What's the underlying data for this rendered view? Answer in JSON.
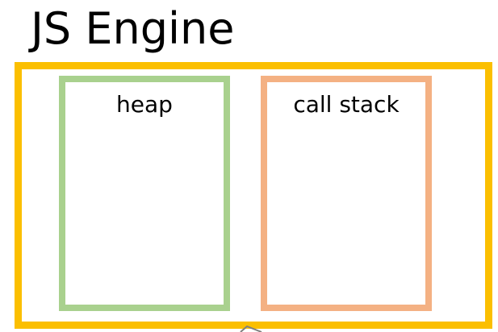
{
  "diagram": {
    "title": "JS Engine",
    "heap": {
      "label": "heap"
    },
    "call_stack": {
      "label": "call stack"
    }
  },
  "colors": {
    "engine_border": "#fbbf00",
    "heap_border": "#a9d18e",
    "call_stack_border": "#f4b183",
    "arrow": "#808080"
  }
}
